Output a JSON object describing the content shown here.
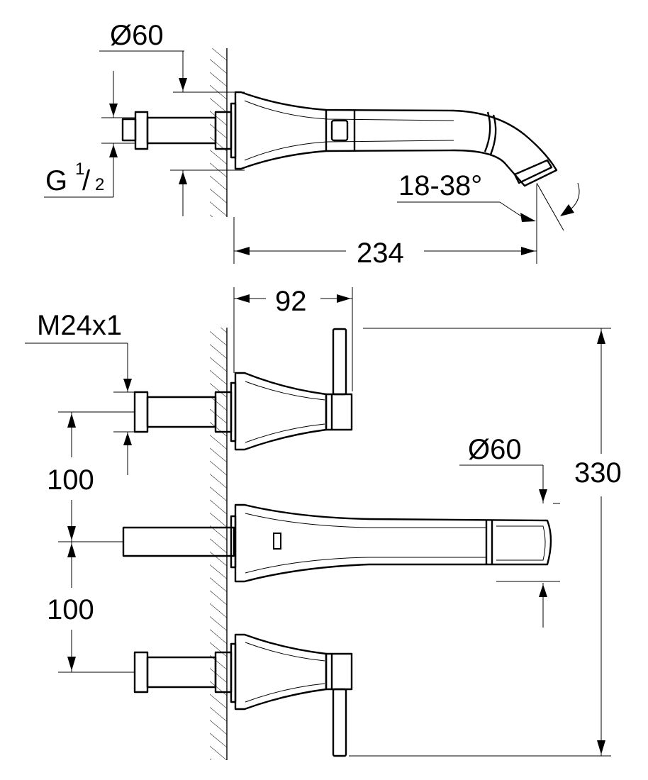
{
  "top_view": {
    "diameter_label": "Ø60",
    "thread_main": "G",
    "thread_sup": "1",
    "thread_slash": "/",
    "thread_sub": "2",
    "angle_label": "18-38°",
    "length_label": "234"
  },
  "front_view": {
    "depth_label": "92",
    "thread_label": "M24x1",
    "spacing_top_label": "100",
    "spacing_bottom_label": "100",
    "diameter_label": "Ø60",
    "height_label": "330"
  }
}
